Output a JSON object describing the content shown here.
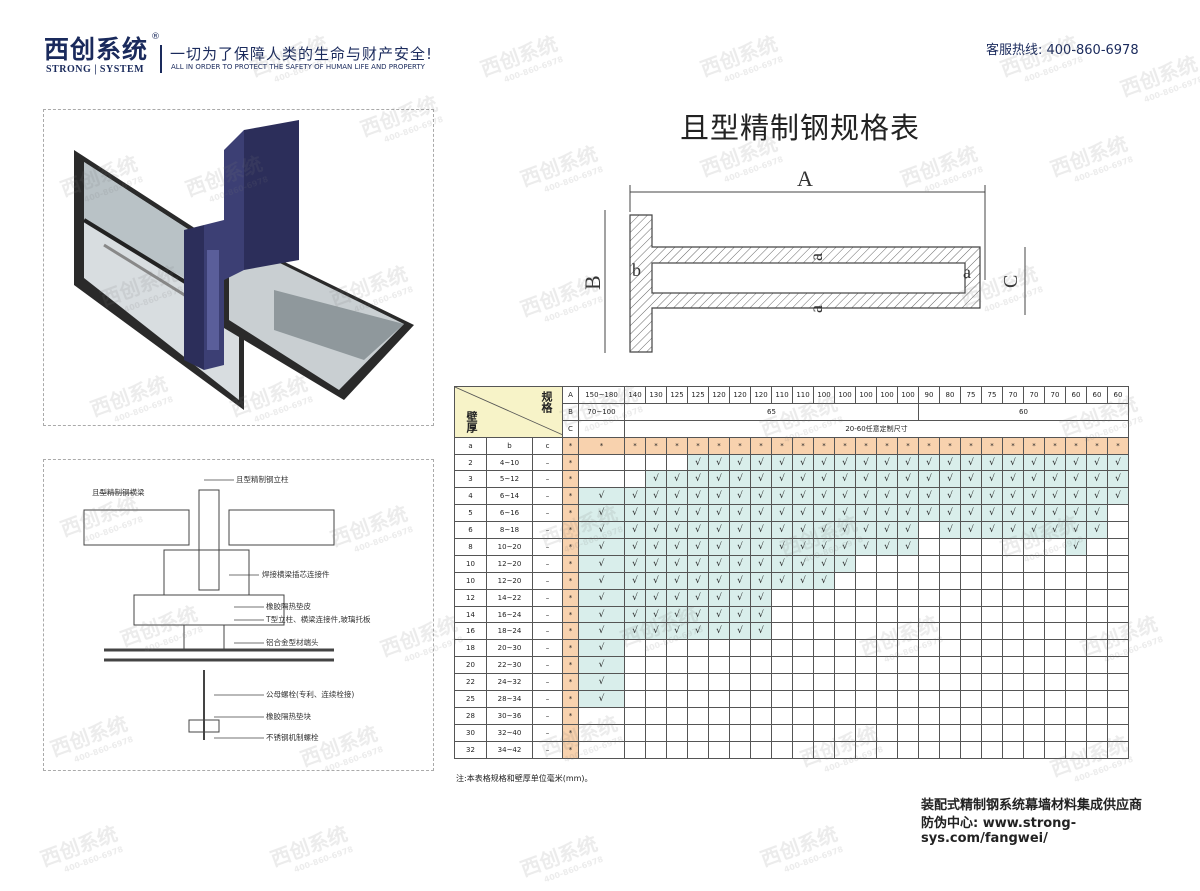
{
  "header": {
    "logo_cn": "西创系统",
    "logo_mark": "®",
    "logo_en": "STRONG | SYSTEM",
    "slogan_cn": "一切为了保障人类的生命与财产安全!",
    "slogan_en": "ALL IN ORDER TO PROTECT THE SAFETY OF HUMAN LIFE AND PROPERTY",
    "hotline": "客服热线: 400-860-6978"
  },
  "title": "且型精制钢规格表",
  "section_diagram": {
    "labels": {
      "A": "A",
      "B": "B",
      "C": "C",
      "a": "a",
      "b": "b"
    }
  },
  "detail_labels": [
    "且型精制钢立柱",
    "且型精制钢横梁",
    "焊接横梁插芯连接件",
    "橡胶隔热垫皮",
    "T型立柱、横梁连接件,玻璃托板",
    "铝合金型材端头",
    "公母螺栓(专利、连续栓接)",
    "橡胶隔热垫块",
    "不锈钢机制螺栓"
  ],
  "table": {
    "corner_top": "规格",
    "corner_bottom": "壁厚",
    "row_A_label": "A",
    "row_B_label": "B",
    "row_C_label": "C",
    "A_values": [
      "150~180",
      "140",
      "130",
      "125",
      "125",
      "120",
      "120",
      "120",
      "110",
      "110",
      "100",
      "100",
      "100",
      "100",
      "100",
      "90",
      "80",
      "75",
      "75",
      "70",
      "70",
      "70",
      "60",
      "60",
      "60"
    ],
    "B_values": [
      "70~100",
      "65",
      "60"
    ],
    "C_value": "20-60任意定制尺寸",
    "abc_headers": [
      "a",
      "b",
      "c"
    ],
    "star": "*",
    "check": "√",
    "dash": "–",
    "rows": [
      {
        "a": "2",
        "b": "4~10",
        "checks": [
          0,
          0,
          0,
          0,
          1,
          1,
          1,
          1,
          1,
          1,
          1,
          1,
          1,
          1,
          1,
          1,
          1,
          1,
          1,
          1,
          1,
          1,
          1,
          1,
          1
        ]
      },
      {
        "a": "3",
        "b": "5~12",
        "checks": [
          0,
          0,
          1,
          1,
          1,
          1,
          1,
          1,
          1,
          1,
          1,
          1,
          1,
          1,
          1,
          1,
          1,
          1,
          1,
          1,
          1,
          1,
          1,
          1,
          1
        ]
      },
      {
        "a": "4",
        "b": "6~14",
        "checks": [
          1,
          1,
          1,
          1,
          1,
          1,
          1,
          1,
          1,
          1,
          1,
          1,
          1,
          1,
          1,
          1,
          1,
          1,
          1,
          1,
          1,
          1,
          1,
          1,
          1
        ]
      },
      {
        "a": "5",
        "b": "6~16",
        "checks": [
          1,
          1,
          1,
          1,
          1,
          1,
          1,
          1,
          1,
          1,
          1,
          1,
          1,
          1,
          1,
          1,
          1,
          1,
          1,
          1,
          1,
          1,
          1,
          1,
          0
        ]
      },
      {
        "a": "6",
        "b": "8~18",
        "checks": [
          1,
          1,
          1,
          1,
          1,
          1,
          1,
          1,
          1,
          1,
          1,
          1,
          1,
          1,
          1,
          0,
          1,
          1,
          1,
          1,
          1,
          1,
          1,
          1,
          0
        ]
      },
      {
        "a": "8",
        "b": "10~20",
        "checks": [
          1,
          1,
          1,
          1,
          1,
          1,
          1,
          1,
          1,
          1,
          1,
          1,
          1,
          1,
          1,
          0,
          0,
          0,
          0,
          0,
          0,
          0,
          1,
          0,
          0
        ]
      },
      {
        "a": "10",
        "b": "12~20",
        "checks": [
          1,
          1,
          1,
          1,
          1,
          1,
          1,
          1,
          1,
          1,
          1,
          1,
          0,
          0,
          0,
          0,
          0,
          0,
          0,
          0,
          0,
          0,
          0,
          0,
          0
        ]
      },
      {
        "a": "10",
        "b": "12~20",
        "checks": [
          1,
          1,
          1,
          1,
          1,
          1,
          1,
          1,
          1,
          1,
          1,
          0,
          0,
          0,
          0,
          0,
          0,
          0,
          0,
          0,
          0,
          0,
          0,
          0,
          0
        ]
      },
      {
        "a": "12",
        "b": "14~22",
        "checks": [
          1,
          1,
          1,
          1,
          1,
          1,
          1,
          1,
          0,
          0,
          0,
          0,
          0,
          0,
          0,
          0,
          0,
          0,
          0,
          0,
          0,
          0,
          0,
          0,
          0
        ]
      },
      {
        "a": "14",
        "b": "16~24",
        "checks": [
          1,
          1,
          1,
          1,
          1,
          1,
          1,
          1,
          0,
          0,
          0,
          0,
          0,
          0,
          0,
          0,
          0,
          0,
          0,
          0,
          0,
          0,
          0,
          0,
          0
        ]
      },
      {
        "a": "16",
        "b": "18~24",
        "checks": [
          1,
          1,
          1,
          1,
          1,
          1,
          1,
          1,
          0,
          0,
          0,
          0,
          0,
          0,
          0,
          0,
          0,
          0,
          0,
          0,
          0,
          0,
          0,
          0,
          0
        ]
      },
      {
        "a": "18",
        "b": "20~30",
        "checks": [
          1,
          0,
          0,
          0,
          0,
          0,
          0,
          0,
          0,
          0,
          0,
          0,
          0,
          0,
          0,
          0,
          0,
          0,
          0,
          0,
          0,
          0,
          0,
          0,
          0
        ]
      },
      {
        "a": "20",
        "b": "22~30",
        "checks": [
          1,
          0,
          0,
          0,
          0,
          0,
          0,
          0,
          0,
          0,
          0,
          0,
          0,
          0,
          0,
          0,
          0,
          0,
          0,
          0,
          0,
          0,
          0,
          0,
          0
        ]
      },
      {
        "a": "22",
        "b": "24~32",
        "checks": [
          1,
          0,
          0,
          0,
          0,
          0,
          0,
          0,
          0,
          0,
          0,
          0,
          0,
          0,
          0,
          0,
          0,
          0,
          0,
          0,
          0,
          0,
          0,
          0,
          0
        ]
      },
      {
        "a": "25",
        "b": "28~34",
        "checks": [
          1,
          0,
          0,
          0,
          0,
          0,
          0,
          0,
          0,
          0,
          0,
          0,
          0,
          0,
          0,
          0,
          0,
          0,
          0,
          0,
          0,
          0,
          0,
          0,
          0
        ]
      },
      {
        "a": "28",
        "b": "30~36",
        "checks": [
          0,
          0,
          0,
          0,
          0,
          0,
          0,
          0,
          0,
          0,
          0,
          0,
          0,
          0,
          0,
          0,
          0,
          0,
          0,
          0,
          0,
          0,
          0,
          0,
          0
        ]
      },
      {
        "a": "30",
        "b": "32~40",
        "checks": [
          0,
          0,
          0,
          0,
          0,
          0,
          0,
          0,
          0,
          0,
          0,
          0,
          0,
          0,
          0,
          0,
          0,
          0,
          0,
          0,
          0,
          0,
          0,
          0,
          0
        ]
      },
      {
        "a": "32",
        "b": "34~42",
        "checks": [
          0,
          0,
          0,
          0,
          0,
          0,
          0,
          0,
          0,
          0,
          0,
          0,
          0,
          0,
          0,
          0,
          0,
          0,
          0,
          0,
          0,
          0,
          0,
          0,
          0
        ]
      }
    ],
    "note": "注:本表格规格和壁厚单位毫米(mm)。"
  },
  "footer": {
    "line1": "装配式精制钢系统幕墙材料集成供应商",
    "line2": "防伪中心: www.strong-sys.com/fangwei/"
  },
  "watermark": {
    "cn": "西创系统",
    "phone": "400-860-6978"
  },
  "colors": {
    "brand": "#1a2a5c",
    "check_fill": "#d9eeeb",
    "star_fill": "#f8d2ae",
    "corner_fill": "#f7f3c8"
  }
}
